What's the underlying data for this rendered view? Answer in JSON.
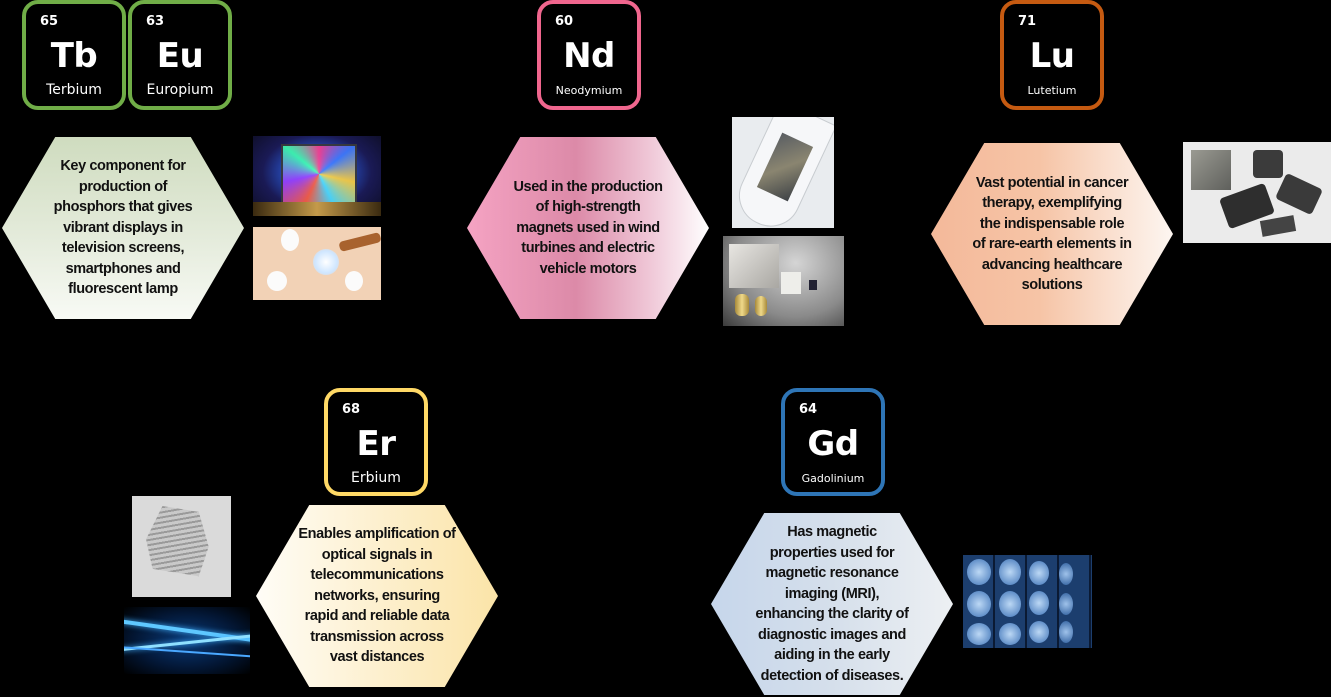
{
  "elements": [
    {
      "id": "tb",
      "number": "65",
      "symbol": "Tb",
      "name": "Terbium",
      "border_color": "#70ad47"
    },
    {
      "id": "eu",
      "number": "63",
      "symbol": "Eu",
      "name": "Europium",
      "border_color": "#70ad47"
    },
    {
      "id": "nd",
      "number": "60",
      "symbol": "Nd",
      "name": "Neodymium",
      "border_color": "#f0668e"
    },
    {
      "id": "lu",
      "number": "71",
      "symbol": "Lu",
      "name": "Lutetium",
      "border_color": "#c55a11"
    },
    {
      "id": "er",
      "number": "68",
      "symbol": "Er",
      "name": "Erbium",
      "border_color": "#ffd966"
    },
    {
      "id": "gd",
      "number": "64",
      "symbol": "Gd",
      "name": "Gadolinium",
      "border_color": "#2e75b6"
    }
  ],
  "descriptions": {
    "tb_eu": "Key component for production of phosphors that gives vibrant displays in television screens, smartphones and fluorescent lamp",
    "nd": "Used in the production of high-strength magnets used in wind turbines and electric vehicle motors",
    "lu": "Vast potential in cancer therapy, exemplifying the indispensable role of rare-earth elements in advancing healthcare solutions",
    "er": "Enables amplification of optical signals in telecommunications networks, ensuring rapid and reliable data transmission across vast distances",
    "gd": "Has magnetic properties used for magnetic resonance imaging (MRI), enhancing the clarity of diagnostic images and aiding in the early detection of diseases."
  },
  "images": {
    "tb_eu": [
      "television-display-photo",
      "light-bulbs-photo"
    ],
    "nd": [
      "neodymium-in-test-tube-photo",
      "neodymium-magnets-photo"
    ],
    "lu": [
      "lutetium-metal-pieces-photo"
    ],
    "er": [
      "erbium-metal-photo",
      "optical-fiber-light-photo"
    ],
    "gd": [
      "mri-brain-scans-photo"
    ]
  },
  "colors": {
    "background": "#000000",
    "hex_tb_eu": [
      "#cfdcbf",
      "#f8faf5"
    ],
    "hex_nd": [
      "#f5a3c3",
      "#dc8aa8",
      "#ffffff"
    ],
    "hex_lu": [
      "#f4b99a",
      "#f7c9ad",
      "#fdf6f1"
    ],
    "hex_er": [
      "#fffdf5",
      "#fbe6ac"
    ],
    "hex_gd": [
      "#c6d6eb",
      "#e9edf2"
    ]
  }
}
